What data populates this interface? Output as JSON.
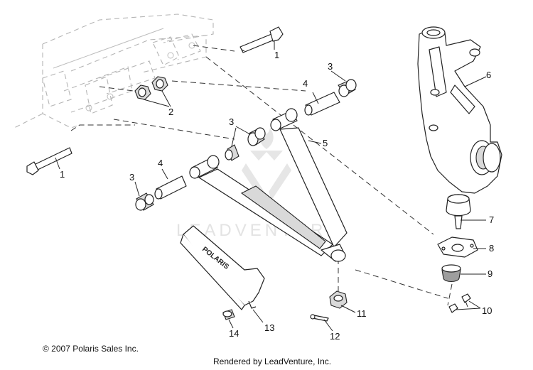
{
  "callouts": {
    "c1a": "1",
    "c1b": "1",
    "c2": "2",
    "c3a": "3",
    "c3b": "3",
    "c3c": "3",
    "c4a": "4",
    "c4b": "4",
    "c5": "5",
    "c6": "6",
    "c7": "7",
    "c8": "8",
    "c9": "9",
    "c10": "10",
    "c11": "11",
    "c12": "12",
    "c13": "13",
    "c14": "14"
  },
  "footer": {
    "copyright": "© 2007 Polaris Sales Inc.",
    "rendered_by": "Rendered by LeadVenture, Inc."
  },
  "watermark": {
    "text": "LEADVENTURE"
  },
  "decal_text": "POLARIS",
  "colors": {
    "line": "#222222",
    "frame": "#b5b5b5",
    "watermark": "#e3e3e3"
  }
}
